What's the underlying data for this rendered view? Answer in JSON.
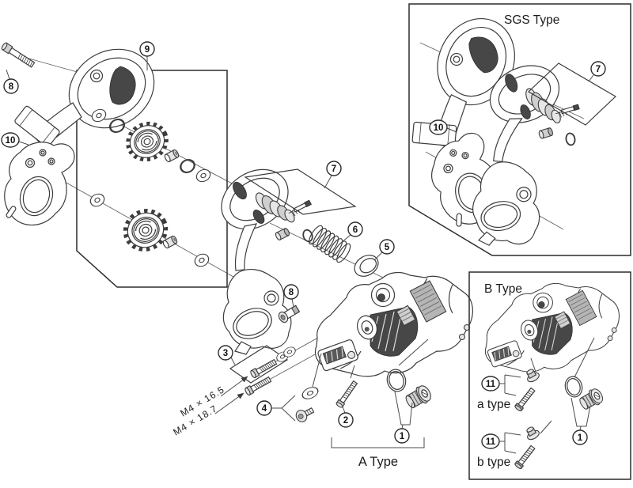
{
  "diagram": {
    "kind": "exploded-parts-diagram",
    "background": "#ffffff",
    "line_color": "#3d3d3d"
  },
  "labels": {
    "sgs_box_title": "SGS Type",
    "b_box_title": "B Type",
    "a_type_bracket": "A Type",
    "a_type_variant": "a type",
    "b_type_variant": "b type",
    "bolt_spec_upper": "M4 × 16.5",
    "bolt_spec_lower": "M4 × 18.7"
  },
  "callouts": {
    "c8_top": "8",
    "c10_main": "10",
    "c9": "9",
    "c7_main": "7",
    "c6": "6",
    "c5": "5",
    "c8_plate": "8",
    "c3": "3",
    "c4": "4",
    "c2": "2",
    "c1_main": "1",
    "c10_sgs": "10",
    "c7_sgs": "7",
    "c11_a": "11",
    "c11_b": "11",
    "c1_b": "1"
  }
}
